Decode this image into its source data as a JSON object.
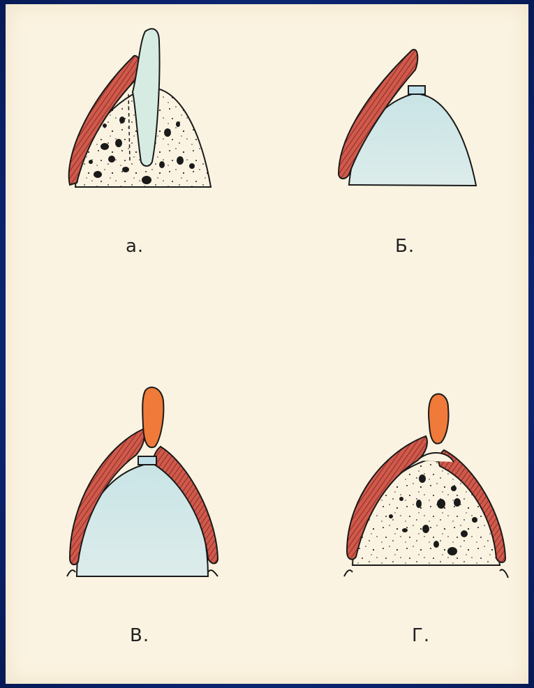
{
  "figure": {
    "labels": {
      "a": "а.",
      "b": "Б.",
      "v": "В.",
      "g": "Г."
    },
    "colors": {
      "background_frame": "#0b2470",
      "paper": "#fbf3e1",
      "mucosa_red": "#c44a3f",
      "mucosa_stripe": "#8e2b24",
      "soft_blue": "#cfe6e6",
      "tooth_mint": "#d6ece2",
      "orange_fragment": "#f07a3a",
      "outline": "#1a1a1a"
    }
  }
}
